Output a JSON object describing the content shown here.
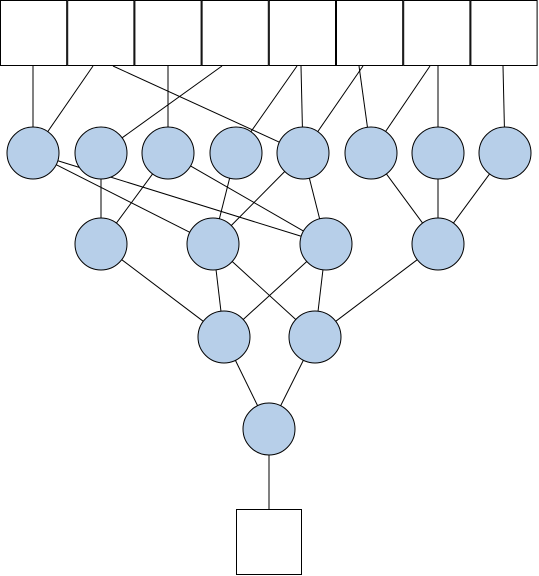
{
  "diagram": {
    "type": "network-graph",
    "colors": {
      "node_fill": "#b7cfe9",
      "stroke": "#000000",
      "box_fill": "#ffffff",
      "background": "#ffffff"
    },
    "input_boxes": [
      "in-1",
      "in-2",
      "in-3",
      "in-4",
      "in-5",
      "in-6",
      "in-7",
      "in-8"
    ],
    "output_boxes": [
      "out-1"
    ],
    "layers": [
      [
        "a1",
        "a2",
        "a3",
        "a4",
        "a5",
        "a6",
        "a7",
        "a8"
      ],
      [
        "b1",
        "b2",
        "b3",
        "b4"
      ],
      [
        "c1",
        "c2"
      ],
      [
        "d1"
      ]
    ],
    "edges": [
      [
        "in-1",
        "a1"
      ],
      [
        "in-2",
        "a1"
      ],
      [
        "in-2",
        "a5"
      ],
      [
        "in-3",
        "a3"
      ],
      [
        "in-4",
        "a2"
      ],
      [
        "in-5",
        "a4"
      ],
      [
        "in-5",
        "a5"
      ],
      [
        "in-6",
        "a5"
      ],
      [
        "in-6",
        "a6"
      ],
      [
        "in-7",
        "a6"
      ],
      [
        "in-7",
        "a7"
      ],
      [
        "in-8",
        "a8"
      ],
      [
        "a1",
        "b2"
      ],
      [
        "a2",
        "b1"
      ],
      [
        "a3",
        "b1"
      ],
      [
        "a1",
        "b3"
      ],
      [
        "a3",
        "b3"
      ],
      [
        "a4",
        "b2"
      ],
      [
        "a5",
        "b2"
      ],
      [
        "a5",
        "b3"
      ],
      [
        "a6",
        "b4"
      ],
      [
        "a7",
        "b4"
      ],
      [
        "a8",
        "b4"
      ],
      [
        "b1",
        "c1"
      ],
      [
        "b2",
        "c1"
      ],
      [
        "b2",
        "c2"
      ],
      [
        "b3",
        "c1"
      ],
      [
        "b3",
        "c2"
      ],
      [
        "b4",
        "c2"
      ],
      [
        "c1",
        "d1"
      ],
      [
        "c2",
        "d1"
      ],
      [
        "d1",
        "out-1"
      ]
    ]
  }
}
